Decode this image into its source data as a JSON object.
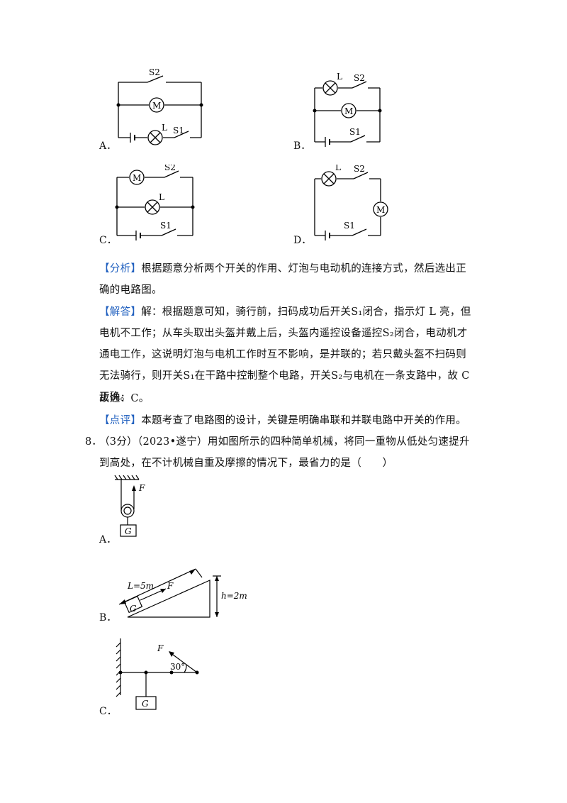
{
  "circuits": {
    "A": {
      "option": "A．",
      "s1": "S1",
      "s2": "S2",
      "lamp": "L",
      "motor": "M"
    },
    "B": {
      "option": "B．",
      "s1": "S1",
      "s2": "S2",
      "lamp": "L",
      "motor": "M"
    },
    "C": {
      "option": "C．",
      "s1": "S1",
      "s2": "S2",
      "lamp": "L",
      "motor": "M"
    },
    "D": {
      "option": "D．",
      "s1": "S1",
      "s2": "S2",
      "lamp": "L",
      "motor": "M"
    }
  },
  "analysis": {
    "tag": "【分析】",
    "text": "根据题意分析两个开关的作用、灯泡与电动机的连接方式，然后选出正确的电路图。"
  },
  "solution": {
    "tag": "【解答】",
    "p1": "解：根据题意可知，骑行前，扫码成功后开关",
    "s1": "S₁",
    "p2": "闭合，指示灯 L 亮，但电机不工作；从车头取出头盔并戴上后，头盔内遥控设备遥控",
    "s2": "S₂",
    "p3": "闭合，电动机才通电工作，这说明灯泡与电机工作时互不影响，是并联的；若只戴头盔不扫码则无法骑行，则开关",
    "s1b": "S₁",
    "p4": "在干路中控制整个电路，开关",
    "s2b": "S₂",
    "p5": "与电机在一条支路中，故 C 正确。",
    "choice": "故选：C。"
  },
  "comment": {
    "tag": "【点评】",
    "text": "本题考查了电路图的设计，关键是明确串联和并联电路中开关的作用。"
  },
  "question8": {
    "number": "8．",
    "text": "（3分）（2023•遂宁）用如图所示的四种简单机械，将同一重物从低处匀速提升到高处，在不计机械自重及摩擦的情况下，最省力的是（　　）"
  },
  "machines": {
    "A": {
      "option": "A．",
      "force": "F",
      "weight": "G"
    },
    "B": {
      "option": "B．",
      "length": "L=5m",
      "height": "h=2m",
      "force": "F",
      "weight": "G"
    },
    "C": {
      "option": "C．",
      "force": "F",
      "angle": "30°",
      "weight": "G"
    }
  }
}
